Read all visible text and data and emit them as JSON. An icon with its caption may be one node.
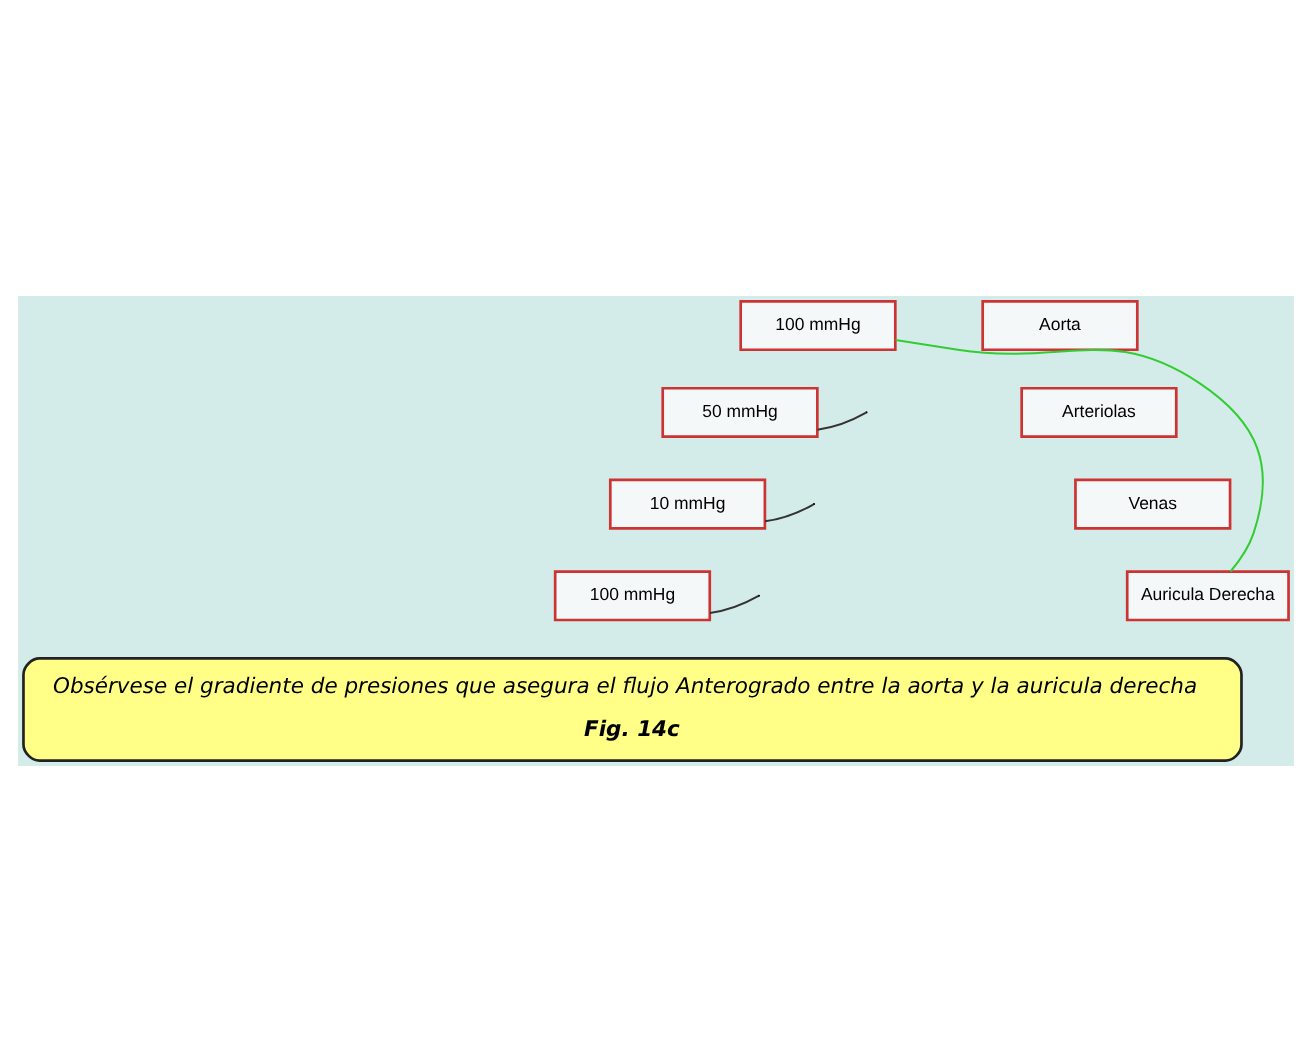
{
  "diagram": {
    "nodes": [
      {
        "text": [
          "100 mmHg"
        ]
      },
      {
        "text": [
          "50 mmHg"
        ]
      },
      {
        "text": [
          "10 mmHg"
        ]
      },
      {
        "text": [
          "100 mmHg"
        ]
      },
      {
        "text": [
          "Aorta"
        ]
      },
      {
        "text": [
          "Arteriolas"
        ]
      },
      {
        "text": [
          "Venas"
        ]
      },
      {
        "text": [
          "Auricula Derecha"
        ]
      },
      {
        "text": [
          "Obsérvese el gradiente de presiones que asegura el flujo Anterogrado entre la aorta y la auricula derecha",
          "Fig. 14c"
        ]
      }
    ],
    "edges": [
      {
        "from": 0,
        "to": 7,
        "arrow": "none",
        "color": "#33cc33"
      },
      {
        "from": 1,
        "to": null,
        "arrow": "none"
      },
      {
        "from": 2,
        "to": null,
        "arrow": "none"
      },
      {
        "from": 3,
        "to": null,
        "arrow": "none"
      }
    ]
  }
}
